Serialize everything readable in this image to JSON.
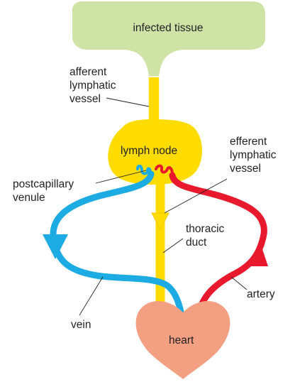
{
  "diagram": {
    "infected_tissue": "infected tissue",
    "afferent": [
      "afferent",
      "lymphatic",
      "vessel"
    ],
    "lymph_node": "lymph node",
    "efferent": [
      "efferent",
      "lymphatic",
      "vessel"
    ],
    "postcapillary": [
      "postcapillary",
      "venule"
    ],
    "thoracic_duct": [
      "thoracic",
      "duct"
    ],
    "vein": "vein",
    "artery": "artery",
    "heart": "heart"
  },
  "colors": {
    "tissue": "#cfe3a6",
    "lymph": "#ffdc00",
    "vein": "#1cabe2",
    "artery": "#e8192c",
    "heart": "#f3a082",
    "leader": "#222222"
  }
}
